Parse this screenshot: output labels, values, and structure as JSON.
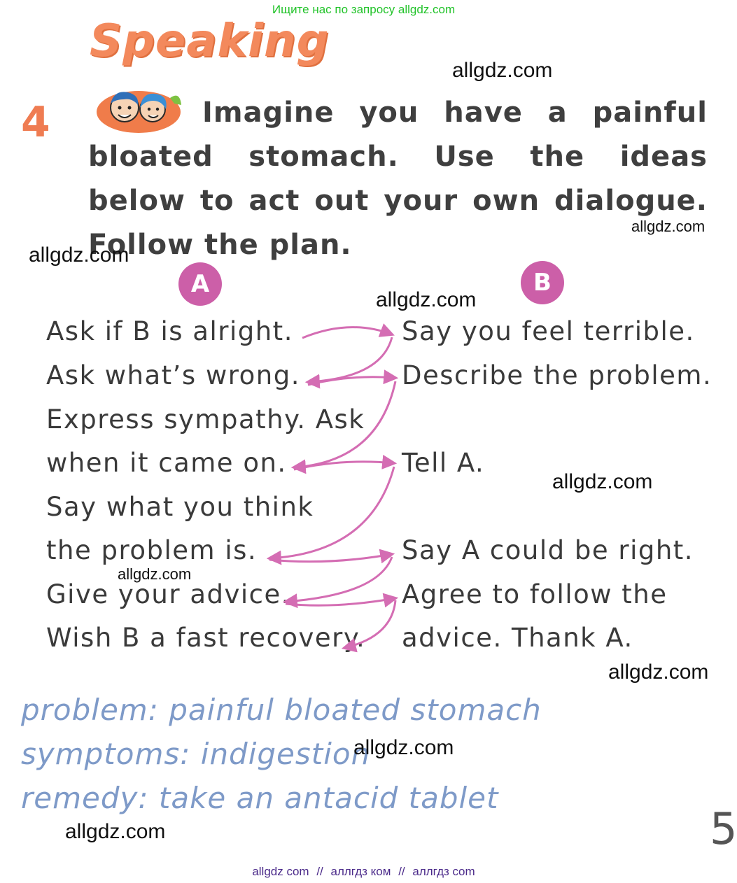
{
  "top_note": "Ищите нас по запросу allgdz.com",
  "heading": "Speaking",
  "exercise_number": "4",
  "instruction": "Imagine you have a painful bloated stomach. Use the ideas below to act out your own dialogue. Follow the plan.",
  "speaker_a": "A",
  "speaker_b": "B",
  "column_a": [
    "Ask if B is alright.",
    "Ask what’s wrong.",
    "Express sympathy. Ask",
    "when it came on.",
    "Say what you think",
    "the problem is.",
    "Give your advice.",
    "Wish B a fast recovery."
  ],
  "column_b": [
    "Say you feel terrible.",
    "Describe the problem.",
    "Tell A.",
    "Say A could be right.",
    "Agree to follow the",
    "advice. Thank A."
  ],
  "ideas": [
    "problem: painful bloated stomach",
    "symptoms: indigestion",
    "remedy: take an antacid tablet"
  ],
  "page_number": "5",
  "watermark": "allgdz.com",
  "footer": [
    "allgdz com",
    "//",
    "аллгдз ком",
    "//",
    "аллгдз com"
  ],
  "colors": {
    "heading": "#f3895c",
    "badge": "#cc5fa8",
    "arrows": "#d46db3",
    "ideas": "#7e9ac8"
  },
  "icons": [
    "two-students-icon"
  ]
}
